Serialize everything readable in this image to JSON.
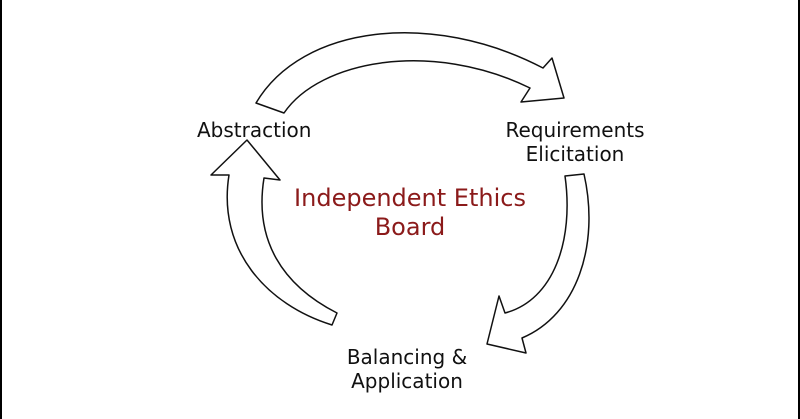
{
  "colors": {
    "background": "#ffffff",
    "frame": "#000000",
    "arrow_stroke": "#111111",
    "arrow_fill": "#ffffff",
    "node_text": "#111111",
    "center_text": "#8b1a1a"
  },
  "diagram": {
    "center": {
      "line1": "Independent Ethics",
      "line2": "Board"
    },
    "nodes": {
      "abstraction": "Abstraction",
      "requirements": {
        "line1": "Requirements",
        "line2": "Elicitation"
      },
      "balancing": {
        "line1": "Balancing &",
        "line2": "Application"
      }
    }
  }
}
